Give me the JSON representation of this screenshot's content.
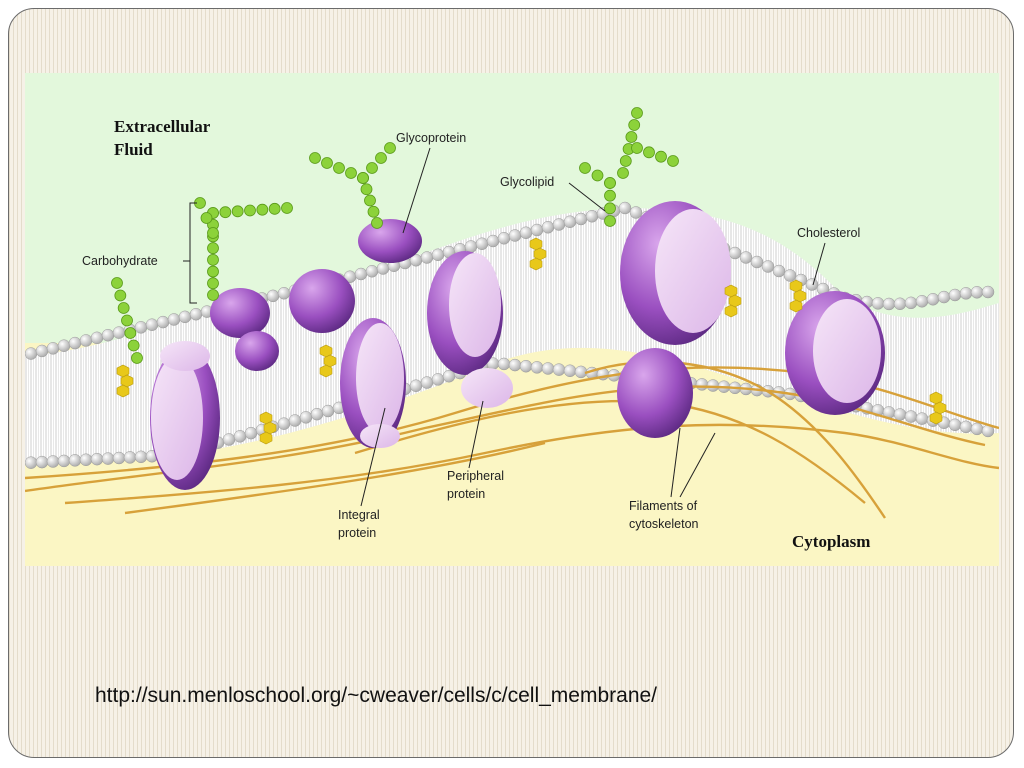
{
  "diagram": {
    "region_top": [
      "Extracellular",
      "Fluid"
    ],
    "region_bottom": "Cytoplasm",
    "labels": {
      "glycoprotein": "Glycoprotein",
      "glycolipid": "Glycolipid",
      "cholesterol": "Cholesterol",
      "carbohydrate": "Carbohydrate",
      "peripheral_protein": [
        "Peripheral",
        "protein"
      ],
      "integral_protein": [
        "Integral",
        "protein"
      ],
      "filaments": [
        "Filaments of",
        "cytoskeleton"
      ]
    },
    "colors": {
      "extracellular": "#e3f8dc",
      "cytoplasm": "#fbf6c4",
      "phospholipid_head": "#dcdcdc",
      "protein": "#9a4fc0",
      "protein_light": "#e9cdf0",
      "carbohydrate": "#8cd23a",
      "cholesterol": "#e8c81a",
      "filament": "#d7a13a"
    }
  },
  "source_url": "http://sun.menloschool.org/~cweaver/cells/c/cell_membrane/"
}
